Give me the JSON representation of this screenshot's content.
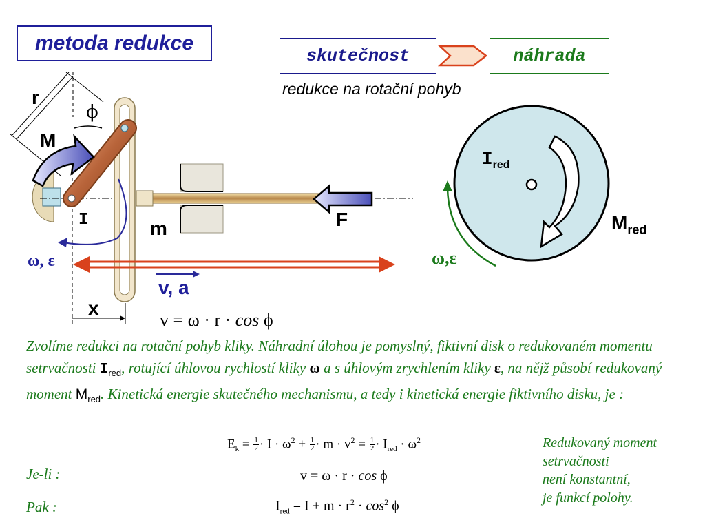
{
  "title": "metoda redukce",
  "header": {
    "real": "skutečnost",
    "substitute": "náhrada",
    "subtitle": "redukce na rotační pohyb"
  },
  "mechanism": {
    "label_r": "r",
    "label_phi": "ϕ",
    "label_M": "M",
    "label_I": "I",
    "label_m": "m",
    "label_F": "F",
    "label_omega_eps": "ω, ε",
    "label_va": "v, a",
    "label_x": "x"
  },
  "disk": {
    "label_I": "I",
    "label_I_sub": "red",
    "label_M": "M",
    "label_M_sub": "red",
    "label_omega_eps": "ω,ε"
  },
  "equations": {
    "top_v": {
      "lhs": "v",
      "rhs_a": "ω · r · ",
      "rhs_cos": "cos",
      "rhs_phi": " ϕ"
    }
  },
  "paragraph": {
    "t1": "Zvolíme redukci na rotační pohyb kliky. Náhradní úlohou je pomyslný, fiktivní disk o redukovaném momentu setrvačnosti ",
    "sym_I": "I",
    "sub_red1": "red",
    "t2": ", rotující úhlovou rychlostí kliky ",
    "sym_omega": "ω",
    "t3": " a s úhlovým zrychlením kliky ",
    "sym_eps": "ε",
    "t4": ", na nějž působí redukovaný moment ",
    "sym_M": "M",
    "sub_red2": "red",
    "t5": ". Kinetická energie skutečného mechanismu, a tedy i kinetická energie fiktivního disku, je :"
  },
  "lines": {
    "jeli": "Je-li :",
    "pak": "Pak :"
  },
  "note": [
    "Redukovaný moment",
    "setrvačnosti",
    "není konstantní,",
    "je funkcí polohy."
  ],
  "colors": {
    "navy": "#1f1f9a",
    "green": "#1b7a1b",
    "copper": "#b8643a",
    "red_arrow": "#d9421c",
    "disk_fill": "#cfe7ec"
  }
}
